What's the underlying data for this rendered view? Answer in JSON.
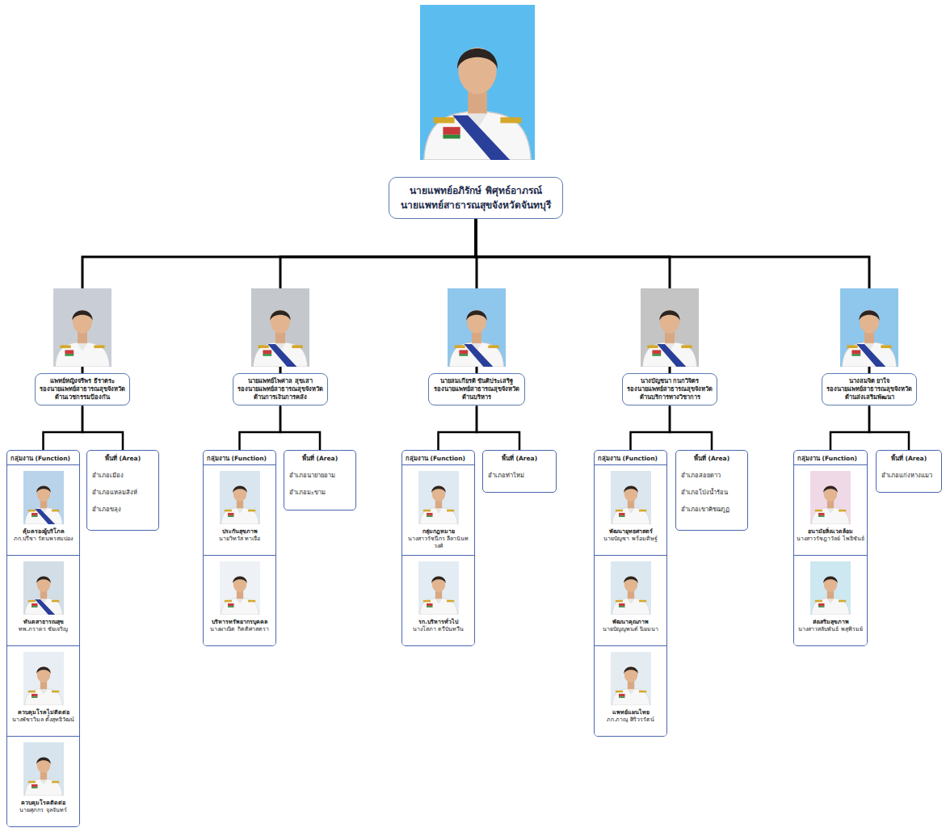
{
  "diagram": {
    "nodes": [
      {
        "text": [
          "นายแพทย์อภิรักษ์ พิศุทธ์อาภรณ์",
          "นายแพทย์สาธารณสุขจังหวัดจันทบุรี"
        ]
      },
      {
        "text": [
          "แพทย์หญิงจรีพร ธีราตระ",
          "รองนายแพทย์สาธารณสุขจังหวัด ด้านเวชกรรมป้องกัน"
        ]
      },
      {
        "text": [
          "กลุ่มงาน (Function)"
        ]
      },
      {
        "text": [
          "คุ้มครองผู้บริโภค",
          "ภก.ปรีชา รัตนพรสมปอง"
        ],
        "in": 2
      },
      {
        "text": [
          "ทันตสาธารณสุข",
          "ทพ.ภราดร ชัยเจริญ"
        ],
        "in": 2
      },
      {
        "text": [
          "ควบคุมโรคไม่ติดต่อ",
          "นางพัชรวิมล ตั้งสุทธิวัฒน์"
        ],
        "in": 2
      },
      {
        "text": [
          "ควบคุมโรคติดต่อ",
          "นายศุภกร จุลจันทร์"
        ],
        "in": 2
      },
      {
        "text": [
          "พื้นที่ (Area)",
          "อำเภอเมือง",
          "อำเภอแหลมสิงห์",
          "อำเภอขลุง"
        ]
      },
      {
        "text": [
          "นายแพทย์ไพศาล สุขเสา",
          "รองนายแพทย์สาธารณสุขจังหวัด ด้านการเงินการคลัง"
        ]
      },
      {
        "text": [
          "กลุ่มงาน (Function)"
        ]
      },
      {
        "text": [
          "ประกันสุขภาพ",
          "นายวิทวัส ทาเจือ"
        ],
        "in": 9
      },
      {
        "text": [
          "บริหารทรัพยากรบุคคล",
          "นางผาณิต กิตติศาสตรา"
        ],
        "in": 9
      },
      {
        "text": [
          "พื้นที่ (Area)",
          "อำเภอนายายอาม",
          "อำเภอมะขาม"
        ]
      },
      {
        "text": [
          "นายสมเกียรติ ขันติประเสริฐ",
          "รองนายแพทย์สาธารณสุขจังหวัด ด้านบริหาร"
        ]
      },
      {
        "text": [
          "กลุ่มงาน (Function)"
        ]
      },
      {
        "text": [
          "กลุ่มกฎหมาย",
          "นางสาวรัชนีกร ลีลานันทวงศ์"
        ],
        "in": 14
      },
      {
        "text": [
          "รก.บริหารทั่วไป",
          "นางโสภา ตรีบันทวีน"
        ],
        "in": 14
      },
      {
        "text": [
          "พื้นที่ (Area)",
          "อำเภอท่าใหม่"
        ]
      },
      {
        "text": [
          "นางบัญชนา กนกวิจิตร",
          "รองนายแพทย์สาธารณสุขจังหวัด ด้านบริการทางวิชาการ"
        ]
      },
      {
        "text": [
          "กลุ่มงาน (Function)"
        ]
      },
      {
        "text": [
          "พัฒนายุทธศาสตร์",
          "นายบัญชา พร้อมดิษฐ์"
        ],
        "in": 19
      },
      {
        "text": [
          "พัฒนาคุณภาพ",
          "นายบัญญพนต์ นิยมนา"
        ],
        "in": 19
      },
      {
        "text": [
          "แพทย์แผนไทย",
          "ภก.ภาณุ ศิริวรรัตน์"
        ],
        "in": 19
      },
      {
        "text": [
          "พื้นที่ (Area)",
          "อำเภอสอยดาว",
          "อำเภอโป่งน้ำร้อน",
          "อำเภอเขาคิชฌกูฏ"
        ]
      },
      {
        "text": [
          "นางสมจิต ยาใจ",
          "รองนายแพทย์สาธารณสุขจังหวัด ด้านส่งเสริมพัฒนา"
        ]
      },
      {
        "text": [
          "กลุ่มงาน (Function)"
        ]
      },
      {
        "text": [
          "อนามัยสิ่งแวดล้อม",
          "นางสาวรัชฎาวัลย์ ไพธิชันธ์"
        ],
        "in": 25
      },
      {
        "text": [
          "ส่งเสริมสุขภาพ",
          "นางสาวสลับพันธ์ พสุพิรมย์"
        ],
        "in": 25
      },
      {
        "text": [
          "พื้นที่ (Area)",
          "อำเภอแก่งหางแมว"
        ]
      }
    ],
    "edges": [
      {
        "from": 0,
        "to": 1,
        "arrow": "none"
      },
      {
        "from": 0,
        "to": 8,
        "arrow": "none"
      },
      {
        "from": 0,
        "to": 13,
        "arrow": "none"
      },
      {
        "from": 0,
        "to": 18,
        "arrow": "none"
      },
      {
        "from": 0,
        "to": 24,
        "arrow": "none"
      },
      {
        "from": 1,
        "to": 2,
        "arrow": "none"
      },
      {
        "from": 1,
        "to": 7,
        "arrow": "none"
      },
      {
        "from": 8,
        "to": 9,
        "arrow": "none"
      },
      {
        "from": 8,
        "to": 12,
        "arrow": "none"
      },
      {
        "from": 13,
        "to": 14,
        "arrow": "none"
      },
      {
        "from": 13,
        "to": 17,
        "arrow": "none"
      },
      {
        "from": 18,
        "to": 19,
        "arrow": "none"
      },
      {
        "from": 18,
        "to": 23,
        "arrow": "none"
      },
      {
        "from": 24,
        "to": 25,
        "arrow": "none"
      },
      {
        "from": 24,
        "to": 28,
        "arrow": "none"
      }
    ]
  }
}
